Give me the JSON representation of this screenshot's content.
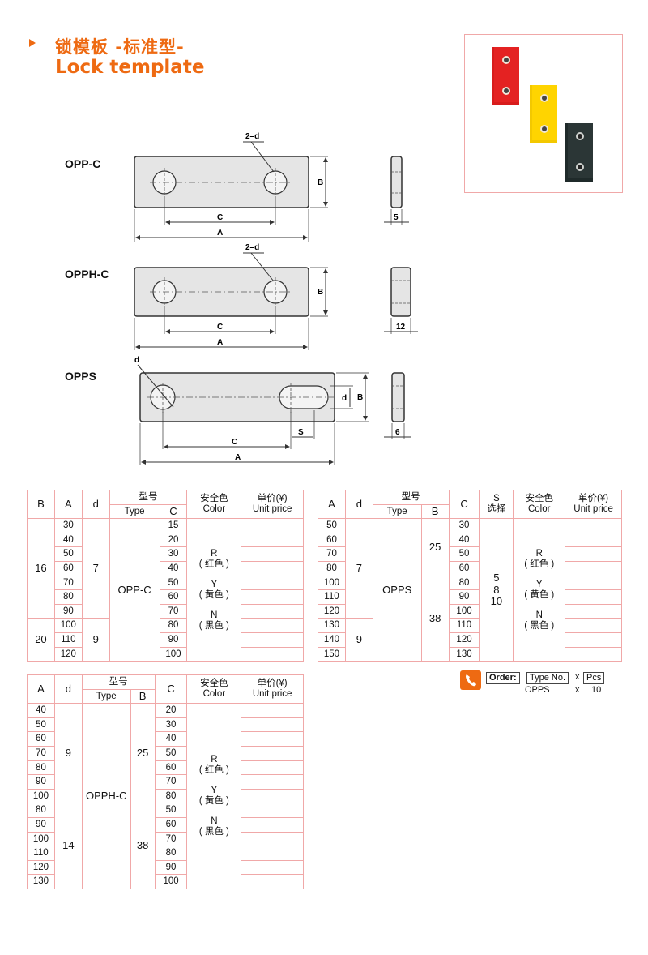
{
  "header": {
    "title_cn": "锁模板  -标准型-",
    "title_en": "Lock template"
  },
  "drawings": {
    "oppc": {
      "label": "OPP-C",
      "hole": "2–d",
      "dim_b": "B",
      "dim_c": "C",
      "dim_a": "A",
      "thickness": "5"
    },
    "opphc": {
      "label": "OPPH-C",
      "hole": "2–d",
      "dim_b": "B",
      "dim_c": "C",
      "dim_a": "A",
      "thickness": "12"
    },
    "opps": {
      "label": "OPPS",
      "hole": "d",
      "dim_d": "d",
      "dim_b": "B",
      "dim_s": "S",
      "dim_c": "C",
      "dim_a": "A",
      "thickness": "6"
    }
  },
  "table_oppc": {
    "headers": {
      "b": "B",
      "a": "A",
      "d": "d",
      "model_cn": "型号",
      "type": "Type",
      "c": "C",
      "color_cn": "安全色",
      "color": "Color",
      "price_cn": "单价(¥)",
      "price": "Unit price"
    },
    "rows": [
      {
        "a": "30",
        "c": "15"
      },
      {
        "a": "40",
        "c": "20"
      },
      {
        "a": "50",
        "c": "30"
      },
      {
        "a": "60",
        "c": "40"
      },
      {
        "a": "70",
        "c": "50"
      },
      {
        "a": "80",
        "c": "60"
      },
      {
        "a": "90",
        "c": "70"
      },
      {
        "a": "100",
        "c": "80"
      },
      {
        "a": "110",
        "c": "90"
      },
      {
        "a": "120",
        "c": "100"
      }
    ],
    "b_values": [
      "16",
      "20"
    ],
    "d_values": [
      "7",
      "9"
    ],
    "type": "OPP-C",
    "colors": [
      "R",
      "( 红色 )",
      "Y",
      "( 黄色 )",
      "N",
      "( 黑色 )"
    ]
  },
  "table_opps": {
    "headers": {
      "a": "A",
      "d": "d",
      "model_cn": "型号",
      "type": "Type",
      "b": "B",
      "c": "C",
      "s": "S",
      "s_cn": "选择",
      "color_cn": "安全色",
      "color": "Color",
      "price_cn": "单价(¥)",
      "price": "Unit price"
    },
    "rows": [
      {
        "a": "50",
        "c": "30"
      },
      {
        "a": "60",
        "c": "40"
      },
      {
        "a": "70",
        "c": "50"
      },
      {
        "a": "80",
        "c": "60"
      },
      {
        "a": "100",
        "c": "80"
      },
      {
        "a": "110",
        "c": "90"
      },
      {
        "a": "120",
        "c": "100"
      },
      {
        "a": "130",
        "c": "110"
      },
      {
        "a": "140",
        "c": "120"
      },
      {
        "a": "150",
        "c": "130"
      }
    ],
    "d_values": [
      "7",
      "9"
    ],
    "b_values": [
      "25",
      "38"
    ],
    "type": "OPPS",
    "s_values": [
      "5",
      "8",
      "10"
    ],
    "colors": [
      "R",
      "( 红色 )",
      "Y",
      "( 黄色 )",
      "N",
      "( 黑色 )"
    ]
  },
  "table_opphc": {
    "headers": {
      "a": "A",
      "d": "d",
      "model_cn": "型号",
      "type": "Type",
      "b": "B",
      "c": "C",
      "color_cn": "安全色",
      "color": "Color",
      "price_cn": "单价(¥)",
      "price": "Unit price"
    },
    "rows": [
      {
        "a": "40",
        "c": "20"
      },
      {
        "a": "50",
        "c": "30"
      },
      {
        "a": "60",
        "c": "40"
      },
      {
        "a": "70",
        "c": "50"
      },
      {
        "a": "80",
        "c": "60"
      },
      {
        "a": "90",
        "c": "70"
      },
      {
        "a": "100",
        "c": "80"
      },
      {
        "a": "80",
        "c": "50"
      },
      {
        "a": "90",
        "c": "60"
      },
      {
        "a": "100",
        "c": "70"
      },
      {
        "a": "110",
        "c": "80"
      },
      {
        "a": "120",
        "c": "90"
      },
      {
        "a": "130",
        "c": "100"
      }
    ],
    "d_values": [
      "9",
      "14"
    ],
    "b_values": [
      "25",
      "38"
    ],
    "type": "OPPH-C",
    "colors": [
      "R",
      "( 红色 )",
      "Y",
      "( 黄色 )",
      "N",
      "( 黑色 )"
    ]
  },
  "order": {
    "label": "Order:",
    "type_no": "Type No.",
    "x": "x",
    "pcs": "Pcs",
    "example_type": "OPPS",
    "example_x": "x",
    "example_qty": "10"
  },
  "colors": {
    "accent": "#ee6a12",
    "table_border": "#f0a8a8",
    "red_block": "#d81c1c",
    "yellow_block": "#f3c800",
    "black_block": "#1f2a2a"
  }
}
